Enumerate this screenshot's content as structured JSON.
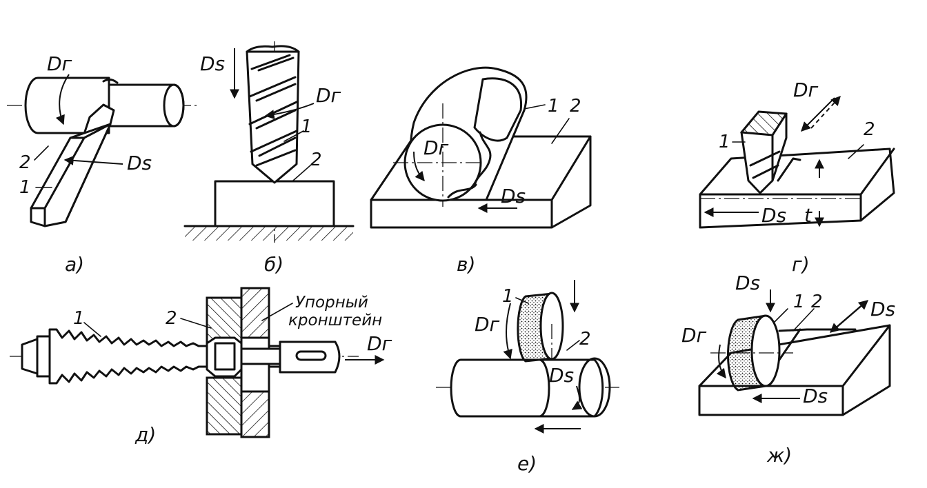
{
  "captions": [
    "а)",
    "б)",
    "в)",
    "г)",
    "д)",
    "е)",
    "ж)"
  ],
  "motion_labels": {
    "main": "Dг",
    "feed": "Ds"
  },
  "part_labels": {
    "tool": "1",
    "workpiece": "2"
  },
  "depth_label": "t",
  "stop_bracket_label": {
    "line1": "Упорный",
    "line2": "кронштейн"
  }
}
